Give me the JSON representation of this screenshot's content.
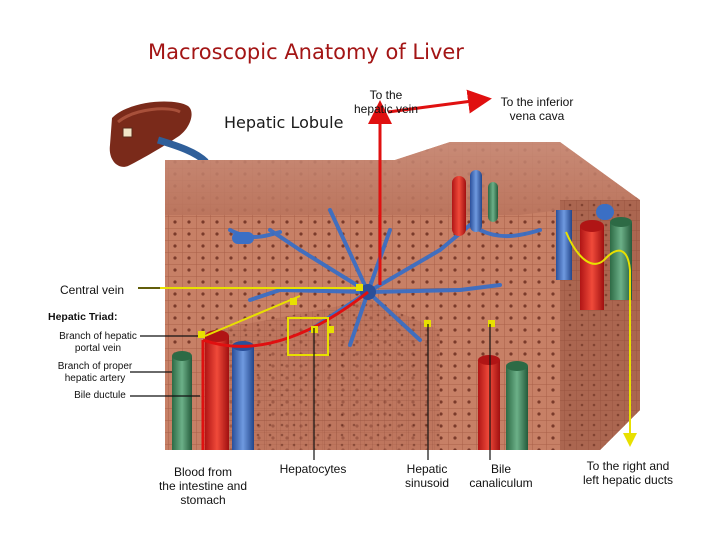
{
  "diagram": {
    "title": "Macroscopic Anatomy of Liver",
    "lobule_label": "Hepatic Lobule",
    "labels": {
      "to_hepatic_vein": [
        "To the",
        "hepatic vein"
      ],
      "to_ivc": [
        "To the inferior",
        "vena cava"
      ],
      "central_vein": "Central vein",
      "hepatic_triad": "Hepatic Triad:",
      "portal_vein": [
        "Branch of hepatic",
        "portal vein"
      ],
      "hepatic_artery": [
        "Branch of proper",
        "hepatic artery"
      ],
      "bile_ductule": "Bile ductule",
      "blood_from": [
        "Blood from",
        "the intestine and",
        "stomach"
      ],
      "hepatocytes": "Hepatocytes",
      "sinusoid": [
        "Hepatic",
        "sinusoid"
      ],
      "canaliculum": [
        "Bile",
        "canaliculum"
      ],
      "hepatic_ducts": [
        "To the right and",
        "left hepatic ducts"
      ]
    },
    "colors": {
      "title": "#a31515",
      "tissue": "#c9836b",
      "vein_blue": "#3b6fc4",
      "artery_red": "#d92b2b",
      "bile_green": "#3f8a5a",
      "pointer_yellow": "#e8e000",
      "arrow_red": "#e01010"
    }
  }
}
